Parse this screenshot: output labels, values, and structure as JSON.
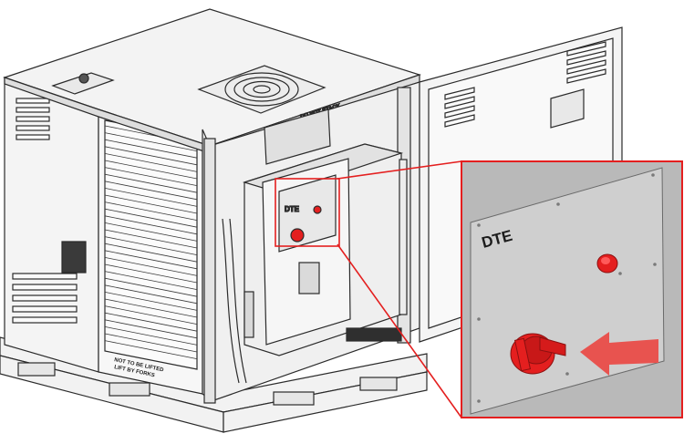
{
  "figure": {
    "labels": {
      "roof_warning": "DO NOT STACK",
      "front_label": "DTE",
      "zoom_brand": "DTE",
      "fork_label_top": "NOT TO BE LIFTED",
      "fork_label_bottom": "LIFT BY FORKS"
    },
    "colors": {
      "highlight_red": "#e41f1f",
      "outline": "#2b2b2b",
      "panel_grey": "#e6e6e6",
      "zoom_panel": "#cfcfcf",
      "zoom_background": "#b9b9b9",
      "arrow_fill": "#e8534f"
    },
    "icons": [
      "red-knob-icon",
      "red-indicator-light-icon",
      "arrow-left-icon",
      "fan-grill-icon"
    ]
  }
}
